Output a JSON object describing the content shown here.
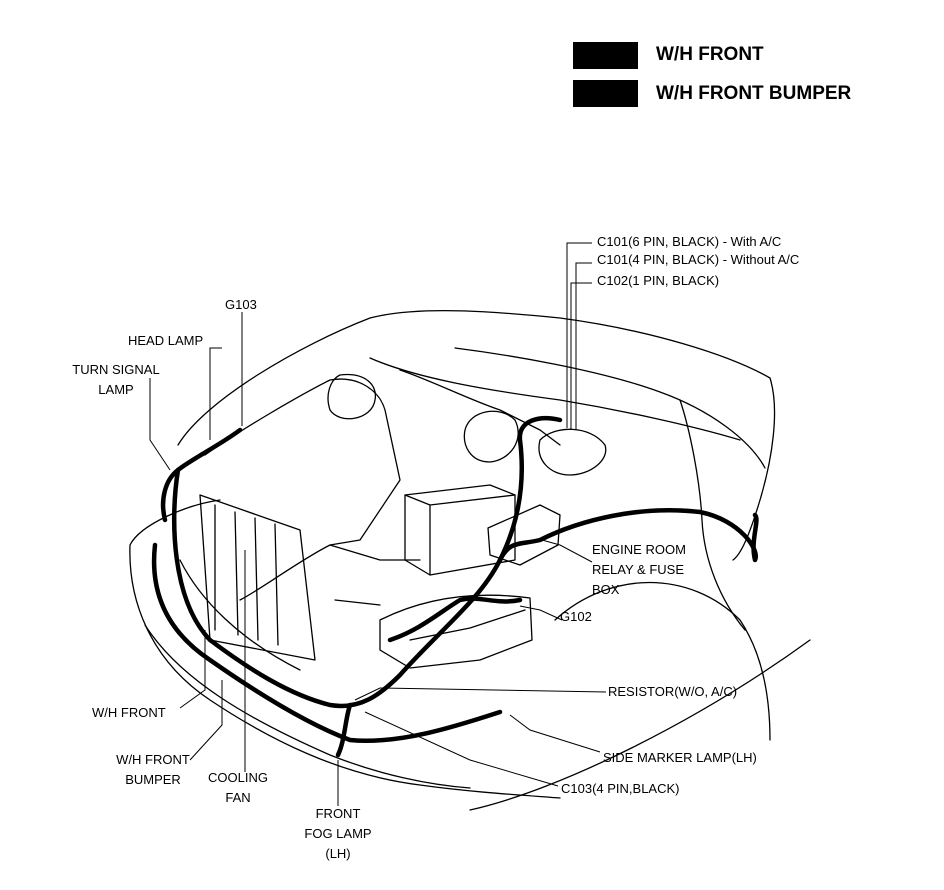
{
  "legend": [
    {
      "label": "W/H FRONT",
      "color": "#000000"
    },
    {
      "label": "W/H FRONT BUMPER",
      "color": "#000000"
    }
  ],
  "labels": {
    "c101_with_ac": "C101(6 PIN, BLACK) - With A/C",
    "c101_without_ac": "C101(4 PIN, BLACK) - Without A/C",
    "c102": "C102(1 PIN, BLACK)",
    "g103": "G103",
    "head_lamp": "HEAD LAMP",
    "turn_signal_line1": "TURN SIGNAL",
    "turn_signal_line2": "LAMP",
    "engine_room_line1": "ENGINE ROOM",
    "engine_room_line2": "RELAY & FUSE",
    "engine_room_line3": "BOX",
    "g102": "G102",
    "resistor": "RESISTOR(W/O, A/C)",
    "wh_front": "W/H FRONT",
    "wh_front_bumper_line1": "W/H FRONT",
    "wh_front_bumper_line2": "BUMPER",
    "cooling_fan_line1": "COOLING",
    "cooling_fan_line2": "FAN",
    "side_marker": "SIDE MARKER LAMP(LH)",
    "c103": "C103(4 PIN,BLACK)",
    "fog_lamp_line1": "FRONT",
    "fog_lamp_line2": "FOG LAMP",
    "fog_lamp_line3": "(LH)"
  }
}
